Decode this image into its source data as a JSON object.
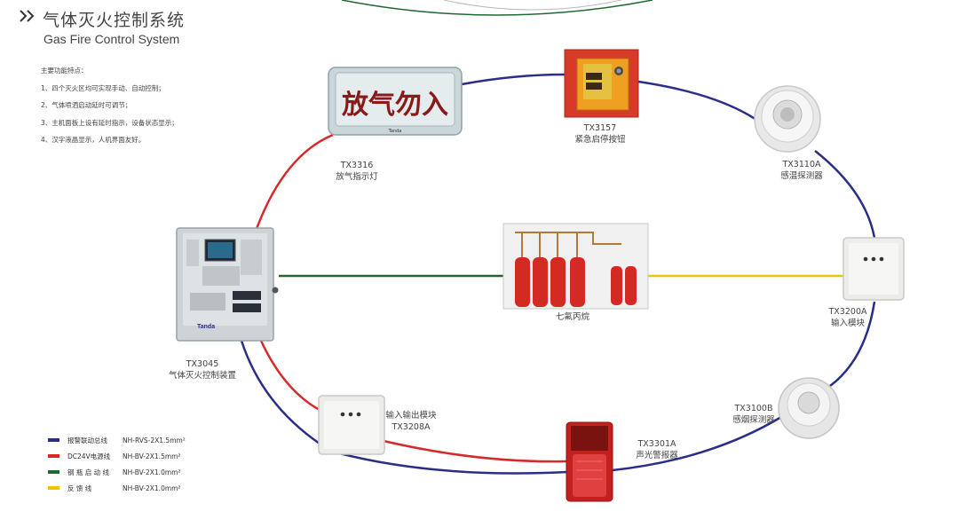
{
  "header": {
    "title_cn": "气体灭火控制系统",
    "title_en": "Gas Fire Control System"
  },
  "features": {
    "heading": "主要功能特点：",
    "items": [
      "1、四个灭火区均可实现手动、自动控制；",
      "2、气体喷洒启动延时可调节；",
      "3、主机面板上设有延时指示，设备状态显示；",
      "4、汉字液晶显示，人机界面友好。"
    ]
  },
  "devices": {
    "controller": {
      "model": "TX3045",
      "name": "气体灭火控制装置",
      "brand": "Tanda"
    },
    "release_sign": {
      "model": "TX3316",
      "name": "放气指示灯",
      "sign_text": "放气勿入"
    },
    "emergency_button": {
      "model": "TX3157",
      "name": "紧急启停按钮"
    },
    "heat_detector": {
      "model": "TX3110A",
      "name": "感温探测器"
    },
    "input_module": {
      "model": "TX3200A",
      "name": "输入模块"
    },
    "smoke_detector": {
      "model": "TX3100B",
      "name": "感烟探测器"
    },
    "alarm": {
      "model": "TX3301A",
      "name": "声光警报器"
    },
    "io_module": {
      "model": "TX3208A",
      "name": "输入输出模块"
    },
    "cylinders": {
      "name": "七氟丙烷"
    }
  },
  "legend": [
    {
      "name": "报警联动总线",
      "spec": "NH-RVS-2X1.5mm²",
      "color": "#2a2f86"
    },
    {
      "name": "DC24V电源线",
      "spec": "NH-BV-2X1.5mm²",
      "color": "#d62a2a"
    },
    {
      "name": "钢 瓶 启 动 线",
      "spec": "NH-BV-2X1.0mm²",
      "color": "#1d6a30"
    },
    {
      "name": "反    馈    线",
      "spec": "NH-BV-2X1.0mm²",
      "color": "#f2c200"
    }
  ]
}
